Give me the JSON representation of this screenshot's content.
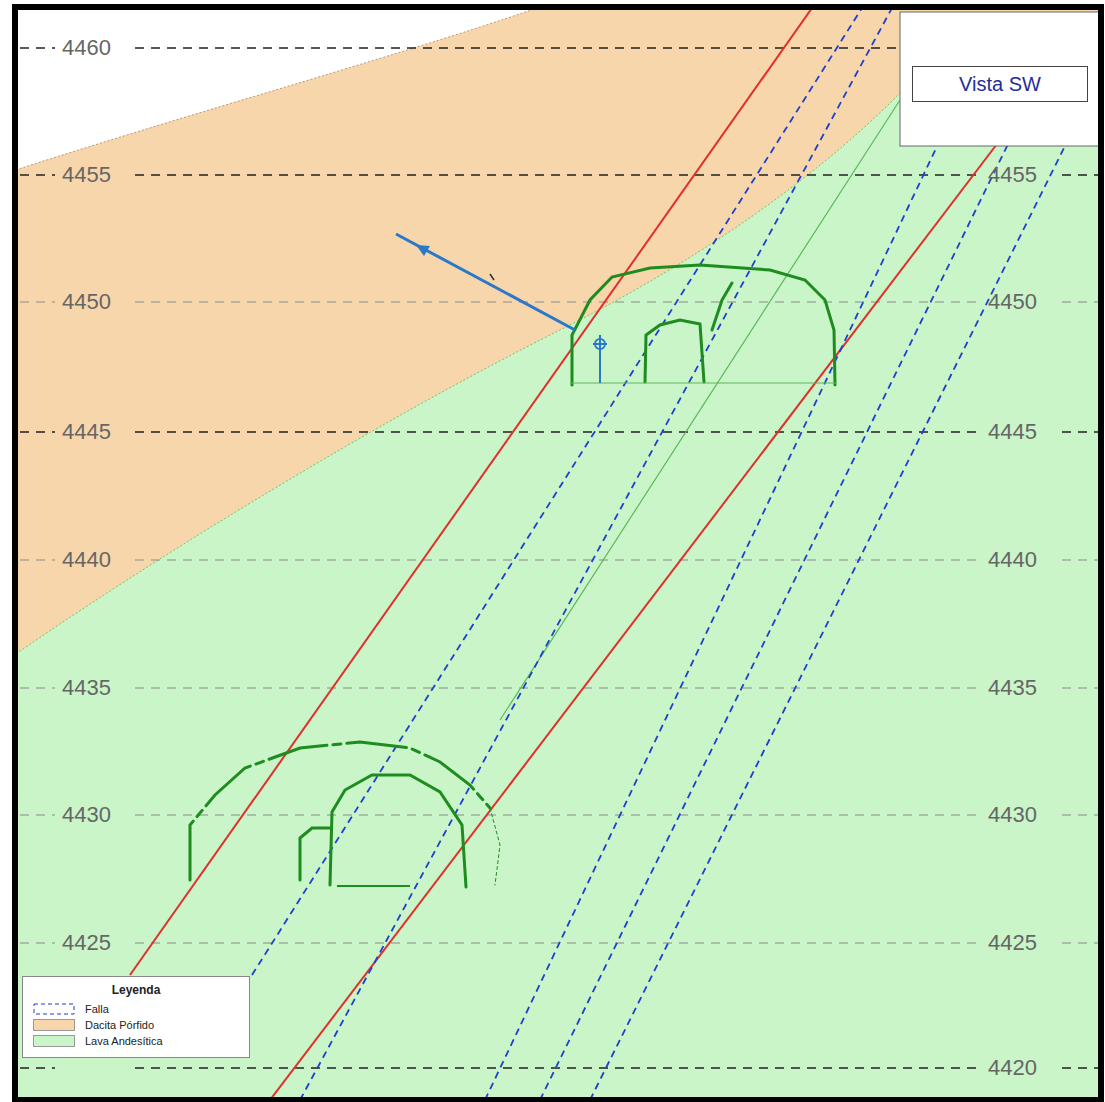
{
  "diagram": {
    "nodes": [
      {
        "text": [
          "Vista SW"
        ]
      },
      {
        "text": [
          "Leyenda"
        ]
      }
    ],
    "labels": [
      "4460",
      "4455",
      "4450",
      "4445",
      "4440",
      "4435",
      "4430",
      "4425",
      "4455",
      "4450",
      "4445",
      "4440",
      "4435",
      "4430",
      "4425",
      "4420"
    ],
    "legend": [
      {
        "text": "Falla"
      },
      {
        "text": "Dacita Pórfido",
        "color": "#f8d6ab"
      },
      {
        "text": "Lava Andesítica",
        "color": "#c9f5c9"
      }
    ]
  }
}
